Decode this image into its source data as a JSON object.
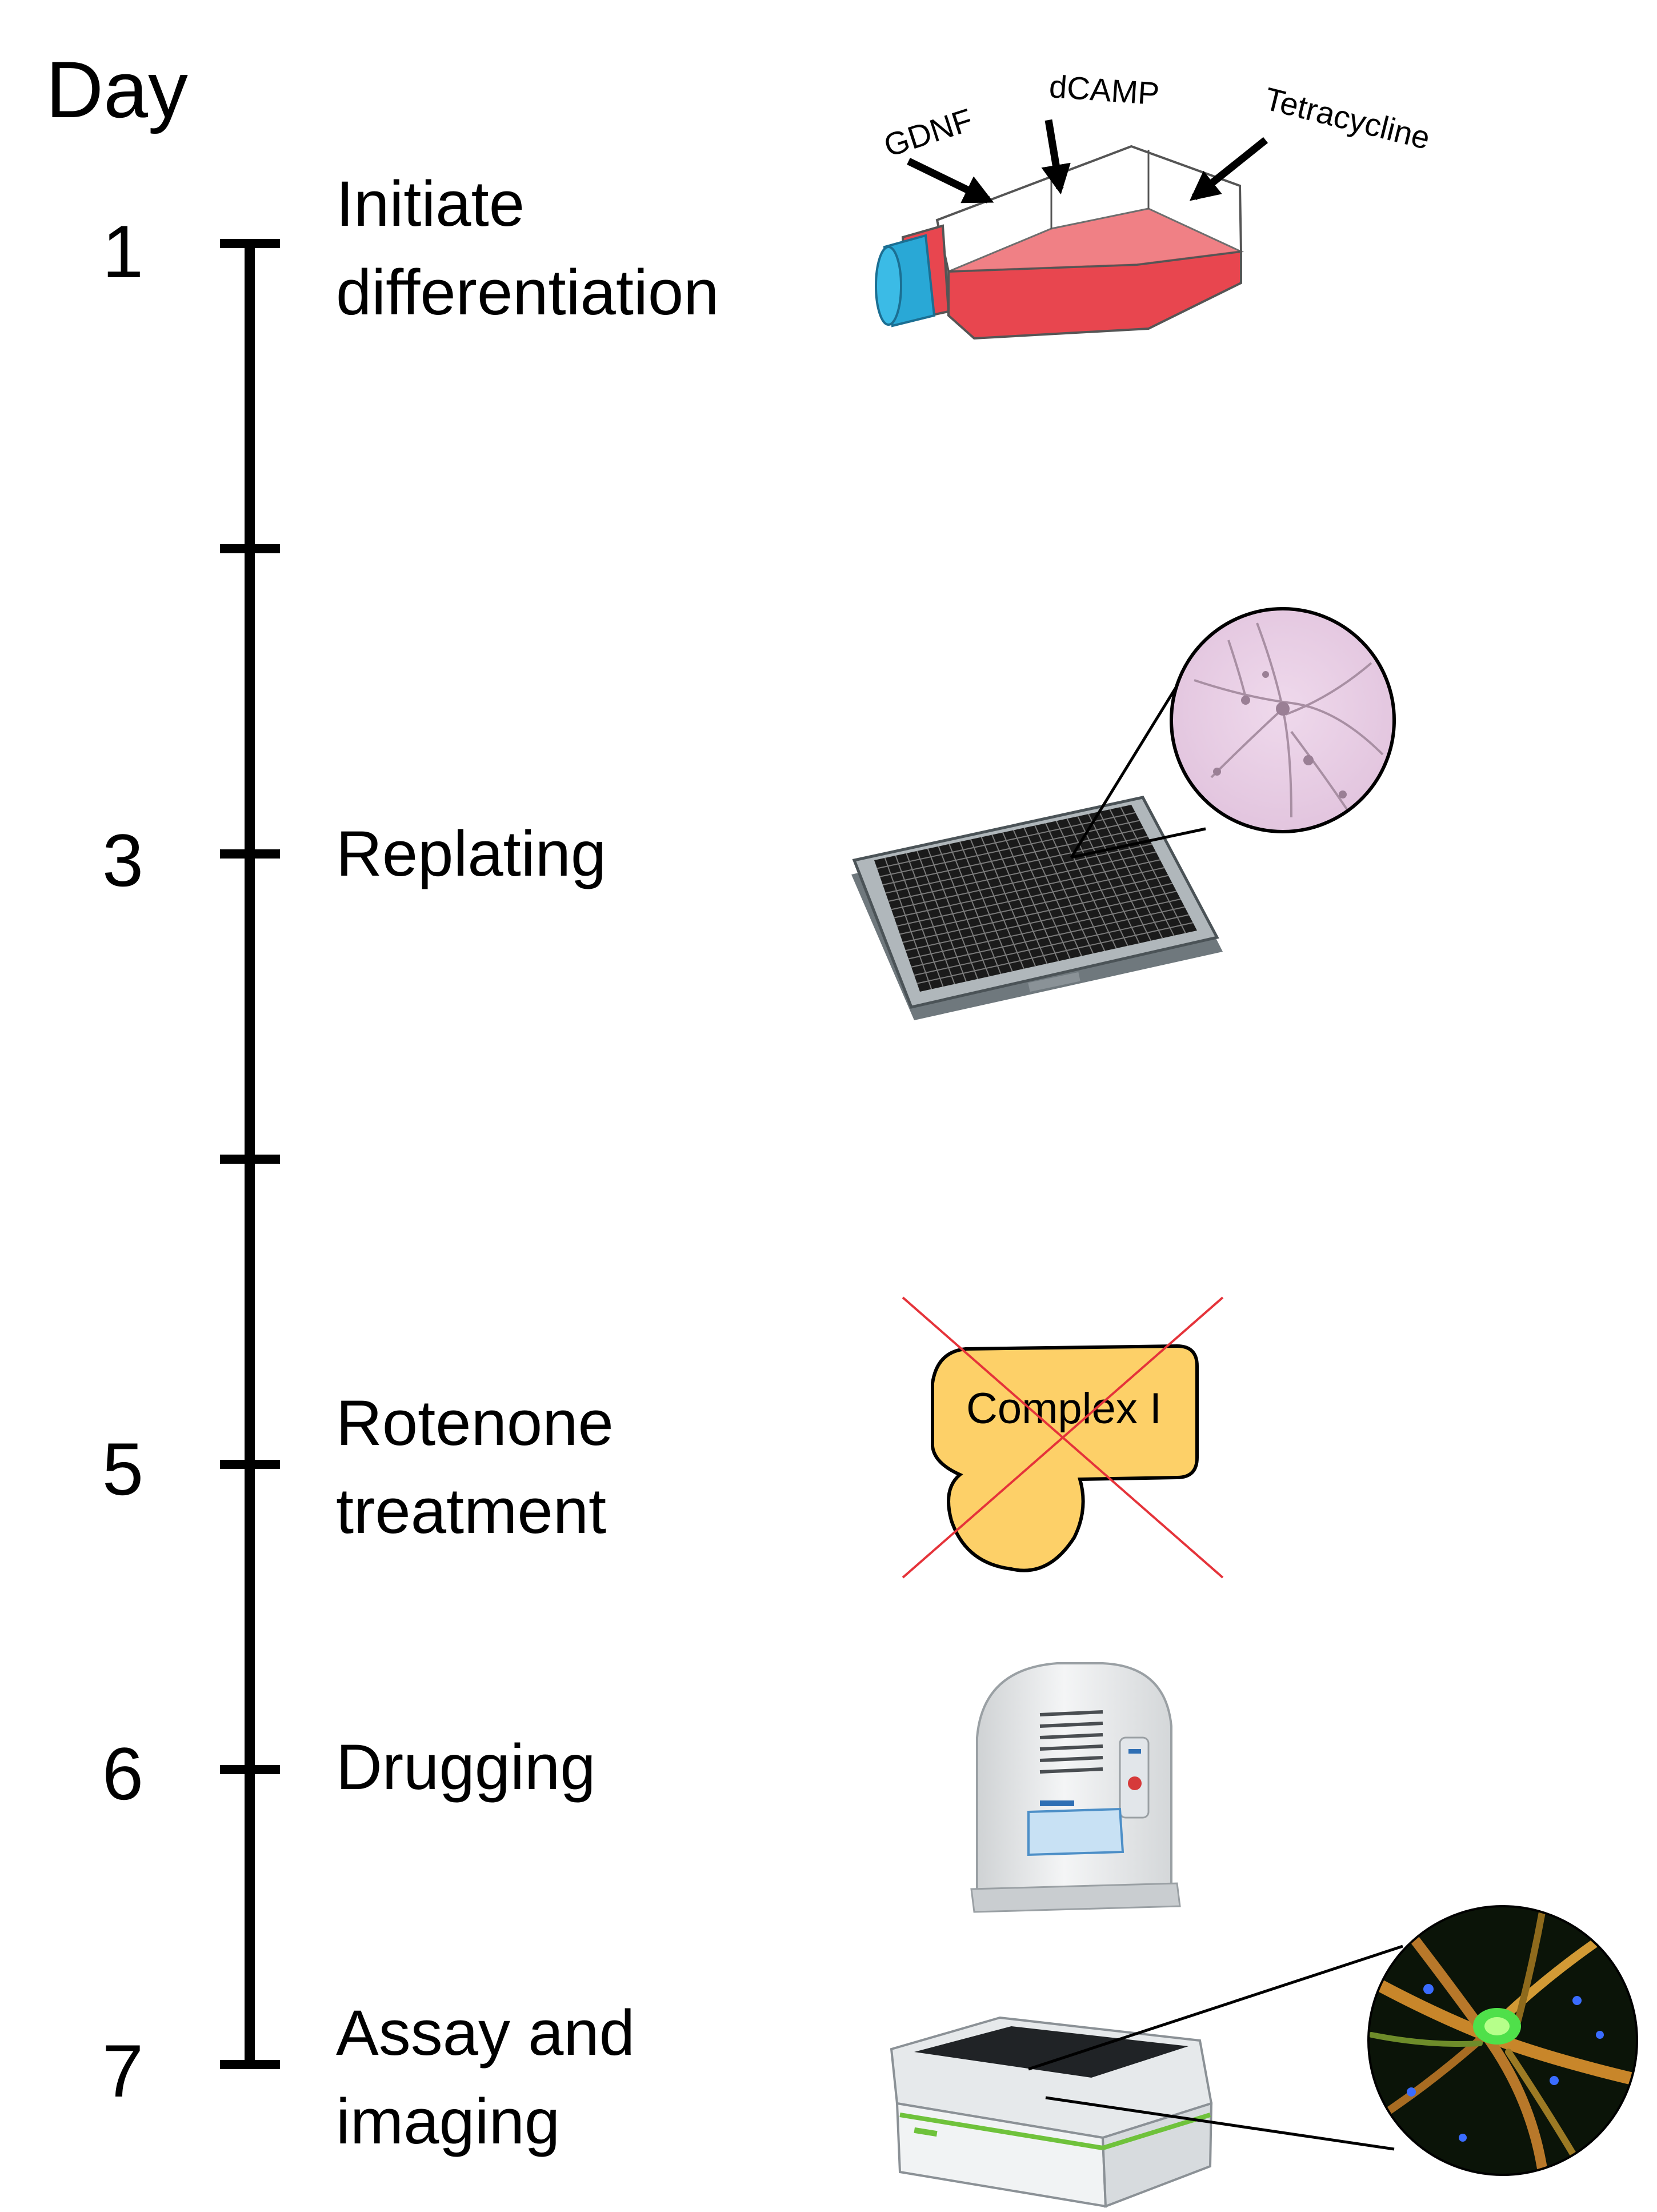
{
  "day_header": "Day",
  "timeline": {
    "steps": [
      {
        "day": "1",
        "label_lines": [
          "Initiate",
          "differentiation"
        ]
      },
      {
        "day": "3",
        "label_lines": [
          "Replating"
        ]
      },
      {
        "day": "5",
        "label_lines": [
          "Rotenone",
          "treatment"
        ]
      },
      {
        "day": "6",
        "label_lines": [
          "Drugging"
        ]
      },
      {
        "day": "7",
        "label_lines": [
          "Assay and",
          "imaging"
        ]
      }
    ]
  },
  "flask": {
    "reagents": [
      "GDNF",
      "dCAMP",
      "Tetracycline"
    ],
    "cap_color": "#29a8d6",
    "medium_color": "#e8464f"
  },
  "plate": {
    "microscopy_inset": "brightfield-neurons-image"
  },
  "complex": {
    "label": "Complex I",
    "fill_color": "#fdd068",
    "cross_color": "#e5333a"
  },
  "incubator": {
    "icon": "incubator-icon"
  },
  "imager": {
    "icon": "high-content-imager-icon",
    "accent_color": "#6fc23b",
    "fluorescence_inset": "fluorescent-neurons-image"
  }
}
